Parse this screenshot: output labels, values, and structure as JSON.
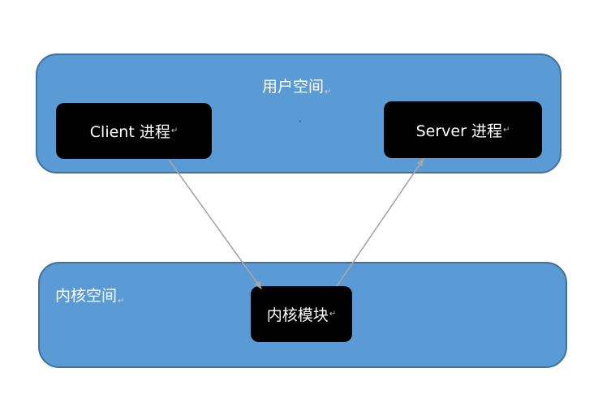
{
  "user_space": {
    "label": "用户空间",
    "return_mark": "↵"
  },
  "kernel_space": {
    "label": "内核空间",
    "return_mark": "↵"
  },
  "client": {
    "label": "Client 进程",
    "return_mark": "↵"
  },
  "server": {
    "label": "Server 进程",
    "return_mark": "↵"
  },
  "kernel_module": {
    "label": "内核模块",
    "return_mark": "↵"
  },
  "center_mark": "ˇ",
  "colors": {
    "space_fill": "#5b9bd5",
    "space_border": "#41719c",
    "process_fill": "#000000",
    "text": "#ffffff",
    "arrow": "#a6a6a6"
  }
}
